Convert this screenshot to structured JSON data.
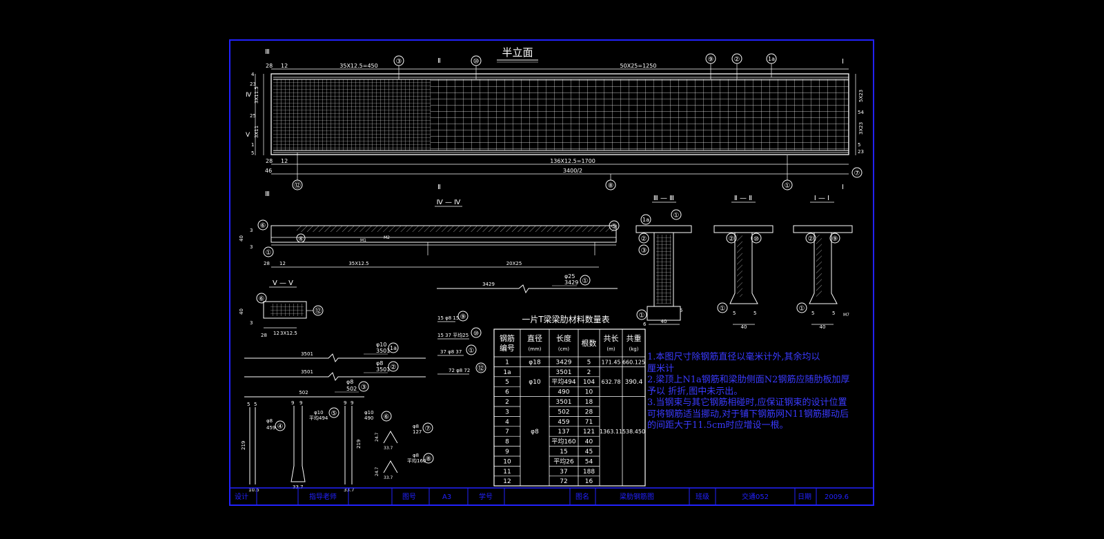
{
  "drawing": {
    "title_half_elevation": "半立面",
    "dims_top": [
      "28",
      "12",
      "35X12.5=450",
      "50X25=1250"
    ],
    "dims_bottom": [
      "28",
      "12",
      "136X12.5=1700",
      "3400/2",
      "46"
    ],
    "left_dims": [
      "4",
      "23",
      "3X11.5",
      "25",
      "3X11",
      "1",
      "5"
    ],
    "right_dims": [
      "5X23",
      "54",
      "3X23",
      "5",
      "23"
    ],
    "section_marks": [
      "Ⅲ",
      "Ⅱ",
      "Ⅰ",
      "Ⅳ",
      "Ⅴ"
    ],
    "bubbles_top": [
      "③",
      "⑩",
      "⑨",
      "②",
      "1a"
    ],
    "bubbles_bottom": [
      "⑫",
      "⑧",
      "①",
      "⑦"
    ]
  },
  "section_iv": {
    "title": "Ⅳ — Ⅳ",
    "dims": [
      "28",
      "12",
      "35X12.5",
      "20X25",
      "40",
      "3",
      "3"
    ],
    "labels": [
      "⑥",
      "④",
      "①",
      "⑤",
      "M1",
      "M2"
    ]
  },
  "section_v": {
    "title": "Ⅴ — Ⅴ",
    "dims": [
      "40",
      "3",
      "28",
      "12",
      "3X12.5"
    ],
    "labels": [
      "⑥",
      "⑫"
    ]
  },
  "cross_sections": [
    {
      "title": "Ⅲ — Ⅲ",
      "labels": [
        "1a",
        "①",
        "②",
        "③",
        "①"
      ],
      "dims": [
        "40",
        "6",
        "5"
      ]
    },
    {
      "title": "Ⅱ — Ⅱ",
      "labels": [
        "②",
        "⑩",
        "①"
      ],
      "dims": [
        "40",
        "5",
        "5"
      ]
    },
    {
      "title": "Ⅰ — Ⅰ",
      "labels": [
        "②",
        "⑨",
        "①",
        "M7"
      ],
      "dims": [
        "40",
        "5",
        "5"
      ]
    }
  ],
  "rebar_details": [
    {
      "len": "3429",
      "spec": "φ25",
      "sub": "3429",
      "no": "①"
    },
    {
      "len": "3501",
      "spec": "φ10",
      "sub": "3501",
      "no": "1a"
    },
    {
      "len": "3501",
      "spec": "φ8",
      "sub": "3501",
      "no": "②"
    },
    {
      "len": "502",
      "spec": "φ8",
      "sub": "502",
      "no": "③"
    }
  ],
  "small_details": [
    {
      "text": "15  φ8 15",
      "no": "⑨"
    },
    {
      "text": "15  37 平均25",
      "no": "⑩"
    },
    {
      "text": "37  φ8 37",
      "no": "①"
    },
    {
      "text": "72  φ8 72",
      "no": "⑫"
    }
  ],
  "stirrup_details": [
    {
      "spec": "φ8",
      "len": "459",
      "no": "④",
      "dims": [
        "5",
        "5",
        "219",
        "10.6"
      ]
    },
    {
      "spec": "φ10",
      "len": "平均494",
      "no": "⑤",
      "dims": [
        "9",
        "9",
        "33.7"
      ]
    },
    {
      "spec": "φ10",
      "len": "490",
      "no": "⑥",
      "dims": [
        "9",
        "9",
        "219",
        "33.7"
      ]
    },
    {
      "spec": "φ8",
      "len": "127",
      "no": "⑦",
      "dims": [
        "24.7",
        "33.7"
      ]
    },
    {
      "spec": "φ8",
      "len": "平均160",
      "no": "⑧",
      "dims": [
        "24.7",
        "33.7"
      ]
    }
  ],
  "table": {
    "title": "一片T梁梁肋材料数量表",
    "headers": [
      "钢筋\n编号",
      "直径\n(mm)",
      "长度\n(cm)",
      "根数",
      "共长\n(m)",
      "共重\n(kg)"
    ],
    "rows": [
      [
        "1",
        "φ18",
        "3429",
        "5",
        "171.45",
        "660.125"
      ],
      [
        "1a",
        "",
        "3501",
        "2",
        "",
        ""
      ],
      [
        "5",
        "φ10",
        "平均494",
        "104",
        "632.78",
        "390.4"
      ],
      [
        "6",
        "",
        "490",
        "10",
        "",
        ""
      ],
      [
        "2",
        "",
        "3501",
        "18",
        "",
        ""
      ],
      [
        "3",
        "",
        "502",
        "28",
        "",
        ""
      ],
      [
        "4",
        "",
        "459",
        "71",
        "",
        ""
      ],
      [
        "7",
        "φ8",
        "137",
        "121",
        "1363.11",
        "538.450"
      ],
      [
        "8",
        "",
        "平均160",
        "40",
        "",
        ""
      ],
      [
        "9",
        "",
        "15",
        "45",
        "",
        ""
      ],
      [
        "10",
        "",
        "平均26",
        "54",
        "",
        ""
      ],
      [
        "11",
        "",
        "37",
        "188",
        "",
        ""
      ],
      [
        "12",
        "",
        "72",
        "16",
        "",
        ""
      ]
    ]
  },
  "notes": [
    "1.本图尺寸除钢筋直径以毫米计外,其余均以",
    "   厘米计",
    "2.梁顶上N1a钢筋和梁肋侧面N2钢筋应随肋板加厚",
    "   予以 折折,图中未示出。",
    "3.当钢束与其它钢筋相碰时,应保证钢束的设计位置",
    "   可将钢筋适当挪动,对于铺下钢筋网N11钢筋挪动后",
    "   的间距大于11.5cm时应增设一根。"
  ],
  "title_block": {
    "design_label": "设计",
    "design_value": "",
    "advisor_label": "指导老师",
    "advisor_value": "",
    "drawing_no_label": "图号",
    "drawing_no_value": "A3",
    "student_no_label": "学号",
    "student_no_value": "",
    "drawing_name_label": "图名",
    "drawing_name_value": "梁肋钢筋图",
    "class_label": "班级",
    "class_value": "交通052",
    "date_label": "日期",
    "date_value": "2009.6"
  },
  "colors": {
    "frame": "#2222ff",
    "text": "#ffffff",
    "notes": "#3a3aff"
  }
}
